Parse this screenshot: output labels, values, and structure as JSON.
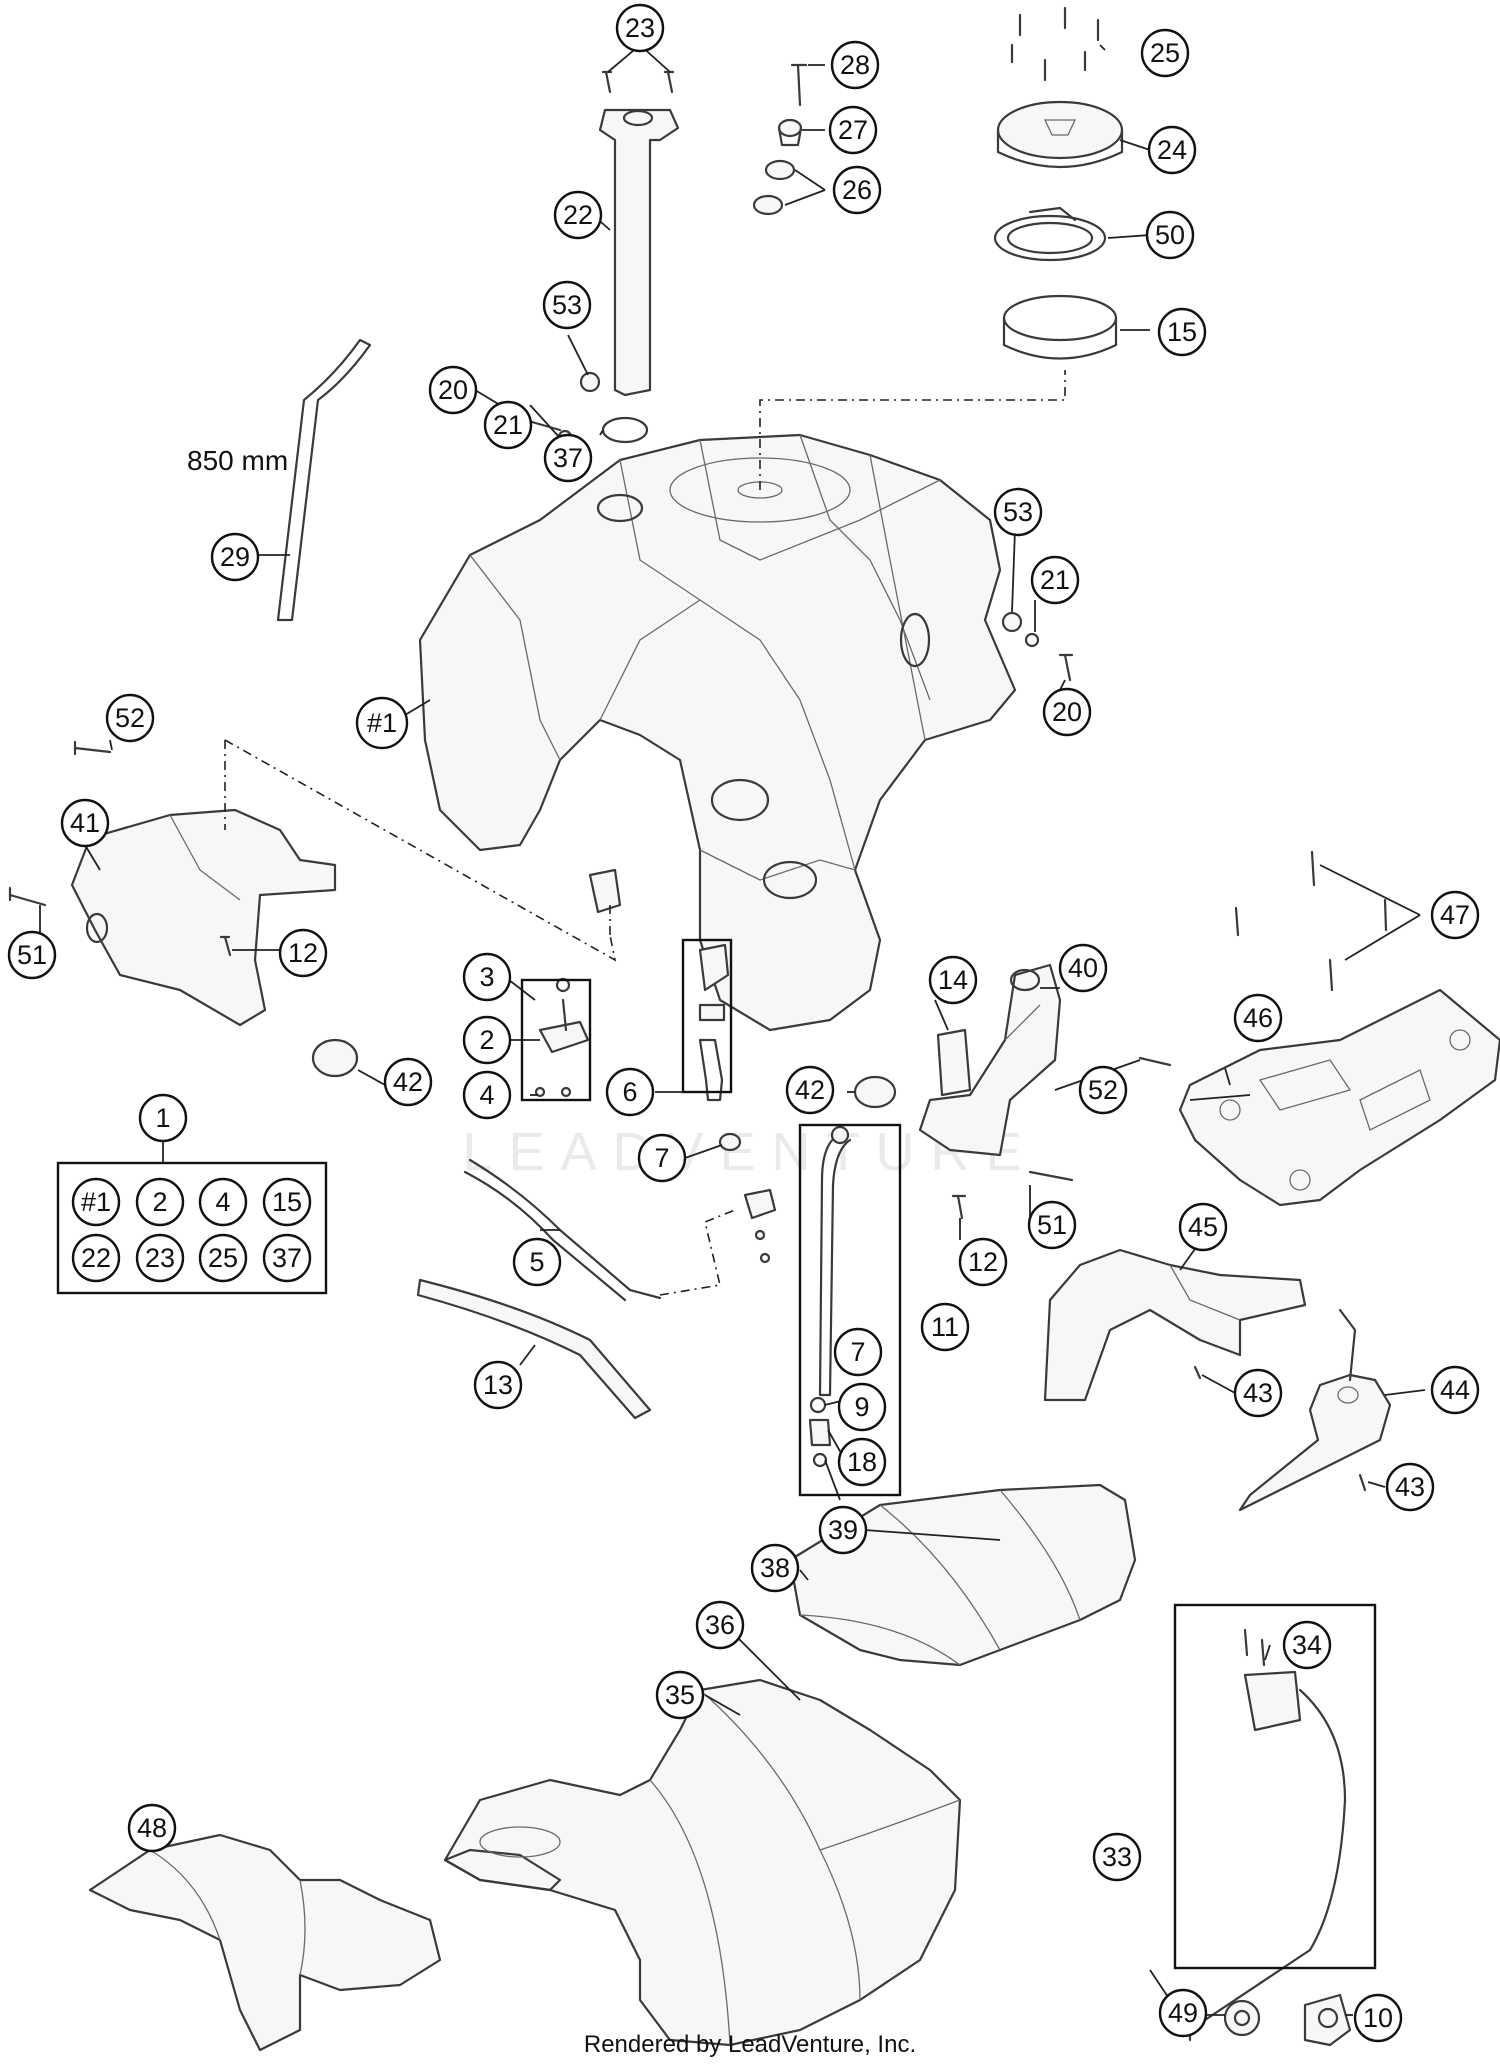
{
  "callouts": [
    "#1",
    "1",
    "2",
    "3",
    "4",
    "5",
    "6",
    "7",
    "9",
    "10",
    "11",
    "12",
    "13",
    "14",
    "15",
    "18",
    "20",
    "21",
    "22",
    "23",
    "24",
    "25",
    "26",
    "27",
    "28",
    "29",
    "33",
    "34",
    "35",
    "36",
    "37",
    "38",
    "39",
    "40",
    "41",
    "42",
    "43",
    "44",
    "45",
    "46",
    "47",
    "48",
    "49",
    "50",
    "51",
    "52",
    "53"
  ],
  "kit_contents": [
    "#1",
    "2",
    "4",
    "15",
    "22",
    "23",
    "25",
    "37"
  ],
  "hose_length_label": "850 mm",
  "watermark": "LEADVENTURE",
  "footer": "Rendered by LeadVenture, Inc."
}
